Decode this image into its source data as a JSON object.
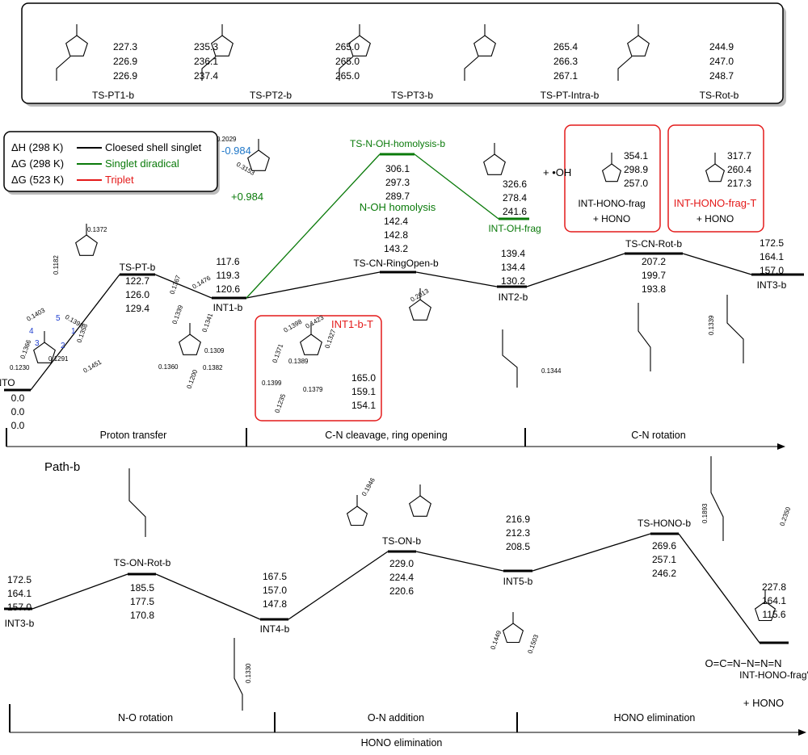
{
  "colors": {
    "singlet": "#000000",
    "diradical": "#0a7a0a",
    "triplet": "#e41a1a",
    "charge_minus": "#0a7a0a",
    "charge_plus": "#e41a1a",
    "charge_blue": "#1f77c8"
  },
  "top_box": [
    {
      "label": "TS-PT1-b",
      "values": [
        "227.3",
        "226.9",
        "226.9"
      ]
    },
    {
      "label": "TS-PT2-b",
      "values": [
        "235.3",
        "236.1",
        "237.4"
      ]
    },
    {
      "label": "TS-PT3-b",
      "values": [
        "265.0",
        "265.0",
        "265.0"
      ]
    },
    {
      "label": "TS-PT-Intra-b",
      "values": [
        "265.4",
        "266.3",
        "267.1"
      ]
    },
    {
      "label": "TS-Rot-b",
      "values": [
        "244.9",
        "247.0",
        "248.7"
      ]
    }
  ],
  "legend": [
    {
      "quantity": "ΔH (298 K)",
      "line": "Cloesed shell singlet",
      "color": "#000000"
    },
    {
      "quantity": "ΔG (298 K)",
      "line": "Singlet diradical",
      "color": "#0a7a0a"
    },
    {
      "quantity": "ΔG (523 K)",
      "line": "Triplet",
      "color": "#e41a1a"
    }
  ],
  "charges": {
    "minus": "-0.984",
    "plus": "+0.984"
  },
  "upper_profile": {
    "title": "Path-b",
    "states": [
      {
        "label": "NTO",
        "values": [
          "0.0",
          "0.0",
          "0.0"
        ]
      },
      {
        "label": "TS-PT-b",
        "values": [
          "122.7",
          "126.0",
          "129.4"
        ]
      },
      {
        "label": "INT1-b",
        "values": [
          "117.6",
          "119.3",
          "120.6"
        ]
      },
      {
        "label": "TS-CN-RingOpen-b",
        "values": [
          "142.4",
          "142.8",
          "143.2"
        ]
      },
      {
        "label": "INT2-b",
        "values": [
          "139.4",
          "134.4",
          "130.2"
        ]
      },
      {
        "label": "TS-CN-Rot-b",
        "values": [
          "207.2",
          "199.7",
          "193.8"
        ]
      },
      {
        "label": "INT3-b",
        "values": [
          "172.5",
          "164.1",
          "157.0"
        ]
      },
      {
        "label": "TS-N-OH-homolysis-b",
        "values": [
          "306.1",
          "297.3",
          "289.7"
        ]
      },
      {
        "label": "INT-OH-frag",
        "values": [
          "326.6",
          "278.4",
          "241.6"
        ]
      }
    ],
    "homolysis_label": "N-OH homolysis",
    "oh_radical": "+ •OH",
    "boxed": [
      {
        "label": "INT1-b-T",
        "values": [
          "165.0",
          "159.1",
          "154.1"
        ]
      },
      {
        "label": "INT-HONO-frag",
        "values": [
          "354.1",
          "298.9",
          "257.0"
        ],
        "extra": "+ HONO"
      },
      {
        "label": "INT-HONO-frag-T",
        "values": [
          "317.7",
          "260.4",
          "217.3"
        ],
        "extra": "+ HONO"
      }
    ],
    "sections": [
      "Proton transfer",
      "C-N cleavage, ring opening",
      "C-N rotation"
    ]
  },
  "lower_profile": {
    "states": [
      {
        "label": "INT3-b",
        "values": [
          "172.5",
          "164.1",
          "157.0"
        ]
      },
      {
        "label": "TS-ON-Rot-b",
        "values": [
          "185.5",
          "177.5",
          "170.8"
        ]
      },
      {
        "label": "INT4-b",
        "values": [
          "167.5",
          "157.0",
          "147.8"
        ]
      },
      {
        "label": "TS-ON-b",
        "values": [
          "229.0",
          "224.4",
          "220.6"
        ]
      },
      {
        "label": "INT5-b",
        "values": [
          "216.9",
          "212.3",
          "208.5"
        ]
      },
      {
        "label": "TS-HONO-b",
        "values": [
          "269.6",
          "257.1",
          "246.2"
        ]
      },
      {
        "label": "INT-HONO-frag'",
        "values": [
          "227.8",
          "164.1",
          "115.6"
        ]
      }
    ],
    "plus_hono": "+   HONO",
    "frag_formula": "O=C=N−N=N=N",
    "sections": [
      "N-O rotation",
      "O-N addition",
      "HONO elimination"
    ],
    "axis_title": "HONO elimination"
  },
  "bond_lengths": [
    "0.2029",
    "0.3153",
    "0.1372",
    "0.1182",
    "0.1403",
    "0.1398",
    "0.1358",
    "0.1366",
    "0.1291",
    "0.1451",
    "0.1230",
    "0.1367",
    "0.1476",
    "0.1339",
    "0.1341",
    "0.1309",
    "0.1360",
    "0.1382",
    "0.1200",
    "0.1398",
    "0.1423",
    "0.1371",
    "0.1327",
    "0.1389",
    "0.1399",
    "0.1379",
    "0.1235",
    "0.2013",
    "0.1344",
    "0.1339",
    "0.1946",
    "0.1330",
    "0.1449",
    "0.1503",
    "0.1893",
    "0.2350"
  ],
  "atom_numbers": [
    "1",
    "2",
    "3",
    "4",
    "5"
  ]
}
